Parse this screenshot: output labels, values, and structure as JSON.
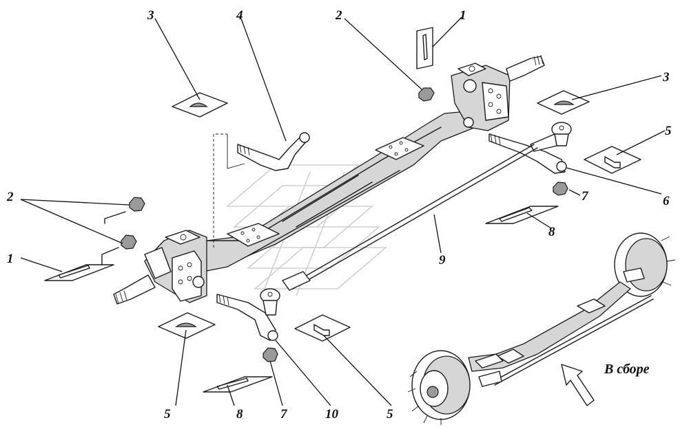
{
  "callouts": {
    "c1_top": "1",
    "c2_top": "2",
    "c3_top": "3",
    "c4_top": "4",
    "c3_right": "3",
    "c5_right": "5",
    "c6_right": "6",
    "c7_right": "7",
    "c8_right": "8",
    "c9_mid": "9",
    "c2_left": "2",
    "c1_left": "1",
    "c5_bottom_left": "5",
    "c8_bottom": "8",
    "c7_bottom": "7",
    "c10_bottom": "10",
    "c5_bottom_mid": "5"
  },
  "caption": "В сборе",
  "colors": {
    "ink": "#1a1a1a",
    "shade": "#d6d6d6",
    "watermark": "#cfcfcf"
  }
}
